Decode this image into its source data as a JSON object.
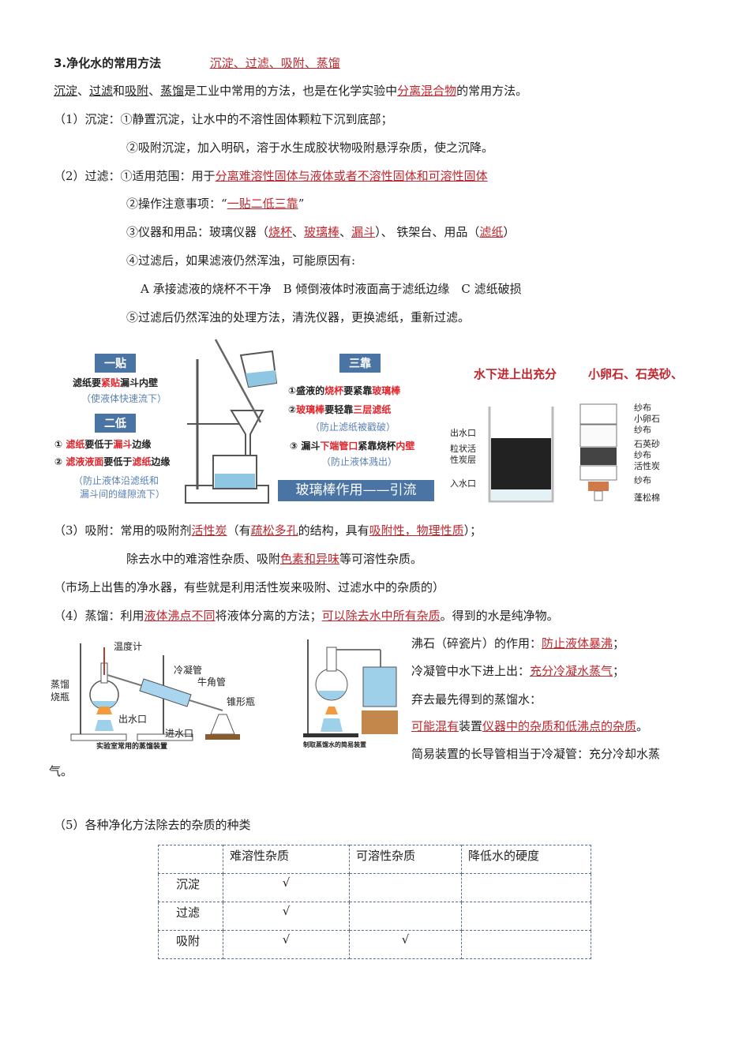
{
  "section": {
    "title": "3.净化水的常用方法",
    "title_answer": "沉淀、过滤、吸附、蒸馏"
  },
  "intro": {
    "u1": "沉淀",
    "sep1": "、",
    "u2": "过滤",
    "sep2": "和",
    "u3": "吸附",
    "sep3": "、",
    "u4": "蒸馏",
    "text": "是工业中常用的方法，也是在化学实验中",
    "answer": "分离混合物",
    "tail": "的常用方法。"
  },
  "sedimentation": {
    "label": "（1）沉淀：",
    "item1": "①静置沉淀，让水中的不溶性固体颗粒下沉到底部；",
    "item2": "②吸附沉淀，加入明矾，溶于水生成胶状物吸附悬浮杂质，使之沉降。"
  },
  "filtration": {
    "label": "（2）过滤：",
    "item1_prefix": "①适用范围：用于",
    "item1_answer": "分离难溶性固体与液体或者不溶性固体和可溶性固体",
    "item2_prefix": "②操作注意事项：“",
    "item2_answer": "一贴二低三靠",
    "item2_suffix": "”",
    "item3_prefix": "③仪器和用品：玻璃仪器（",
    "item3_a1": "烧杯",
    "item3_sep1": "、",
    "item3_a2": "玻璃棒",
    "item3_sep2": "、",
    "item3_a3": "漏斗",
    "item3_mid": "）、 铁架台、用品（",
    "item3_a4": "滤纸",
    "item3_suffix": "）",
    "item4": "④过滤后，如果滤液仍然浑浊，可能原因有:",
    "reasons": "A 承接滤液的烧杯不干净　B 倾倒液体时液面高于滤纸边缘　C 滤纸破损",
    "item5": "⑤过滤后仍然浑浊的处理方法，清洗仪器，更换滤纸，重新过滤。"
  },
  "filter_figure": {
    "yitie_tag": "一贴",
    "yitie_a": "滤纸要",
    "yitie_r": "紧贴",
    "yitie_b": "漏斗内壁",
    "yitie_note": "（使液体快速流下）",
    "erdi_tag": "二低",
    "erdi1_a": "① ",
    "erdi1_r1": "滤纸",
    "erdi1_b": "要低于",
    "erdi1_r2": "漏斗",
    "erdi1_c": "边缘",
    "erdi2_a": "② ",
    "erdi2_r1": "滤液液面",
    "erdi2_b": "要低于",
    "erdi2_r2": "滤纸",
    "erdi2_c": "边缘",
    "erdi_note1": "（防止液体沿滤纸和",
    "erdi_note2": "漏斗间的缝隙流下）",
    "sankao_tag": "三靠",
    "sk1_a": "①盛液的",
    "sk1_r1": "烧杯",
    "sk1_b": "要紧靠",
    "sk1_r2": "玻璃棒",
    "sk2_a": "②",
    "sk2_r1": "玻璃棒",
    "sk2_b": "要轻靠",
    "sk2_r2": "三层滤纸",
    "sk2_note": "（防止滤纸被戳破）",
    "sk3_a": "③ 漏斗",
    "sk3_r1": "下端管口",
    "sk3_b": "紧靠烧杯",
    "sk3_r2": "内壁",
    "sk3_note": "（防止液体溅出）",
    "banner": "玻璃棒作用——引流"
  },
  "purifier_figure": {
    "heading_left": "水下进上出充分",
    "heading_right": "小卵石、石英砂、",
    "left_labels": [
      "出水口",
      "粒状活",
      "性炭层",
      "入水口"
    ],
    "right_labels": [
      "纱布",
      "小卵石",
      "纱布",
      "石英砂",
      "纱布",
      "活性炭",
      "纱布",
      "蓬松棉"
    ]
  },
  "adsorption": {
    "label": "（3）吸附：常用的吸附剂",
    "a1": "活性炭",
    "t1": "（有",
    "a2": "疏松多孔",
    "t2": "的结构，具有",
    "a3": "吸附性，物理性质",
    "t3": "）；",
    "line2_prefix": "除去水中的难溶性杂质、吸附",
    "line2_answer": "色素和异味",
    "line2_suffix": "等可溶性杂质。",
    "note": "（市场上出售的净水器，有些就是利用活性炭来吸附、过滤水中的杂质的）"
  },
  "distillation": {
    "label": "（4）蒸馏：利用",
    "a1": "液体沸点不同",
    "t1": "将液体分离的方法；",
    "a2": "可以除去水中所有杂质",
    "t2": "。得到的水是纯净物。",
    "fig1_labels": [
      "温度计",
      "冷凝管",
      "蒸馏",
      "烧瓶",
      "牛角管",
      "锥形瓶",
      "出水口",
      "进水口"
    ],
    "fig1_caption": "实验室常用的蒸馏装置",
    "fig2_caption": "制取蒸馏水的简易装置",
    "note1_prefix": "沸石（碎瓷片）的作用：",
    "note1_answer": "防止液体暴沸",
    "note1_suffix": "；",
    "note2_prefix": "冷凝管中水下进上出：",
    "note2_answer": "充分冷凝水蒸气",
    "note2_suffix": "；",
    "note3": "弃去最先得到的蒸馏水：",
    "note4_a1": "可能混有",
    "note4_mid": "装置",
    "note4_a2": "仪器中的杂质和低沸点的杂质",
    "note4_suffix": "。",
    "note5": "简易装置的长导管相当于冷凝管：充分冷却水蒸",
    "note5_wrap": "气。"
  },
  "summary": {
    "label": "（5）各种净化方法除去的杂质的种类",
    "headers": [
      "",
      "难溶性杂质",
      "可溶性杂质",
      "降低水的硬度"
    ],
    "rows": [
      [
        "沉淀",
        "√",
        "",
        ""
      ],
      [
        "过滤",
        "√",
        "",
        ""
      ],
      [
        "吸附",
        "√",
        "√",
        ""
      ]
    ]
  }
}
